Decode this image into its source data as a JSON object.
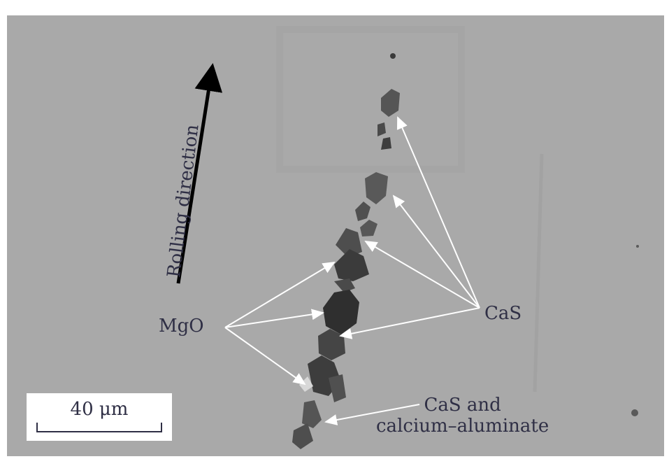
{
  "labels": {
    "rolling_direction": "Rolling direction",
    "mgo": "MgO",
    "cas": "CaS",
    "cas_and": "CaS and",
    "calcium_aluminate": "calcium–aluminate"
  },
  "scale_bar": {
    "text": "40 μm"
  },
  "colors": {
    "matrix": "#a9a9a9",
    "inclusion_dark": "#3e3e3e",
    "inclusion_mid": "#5a5a5a",
    "arrow": "#ffffff",
    "text": "#2f2f45"
  }
}
